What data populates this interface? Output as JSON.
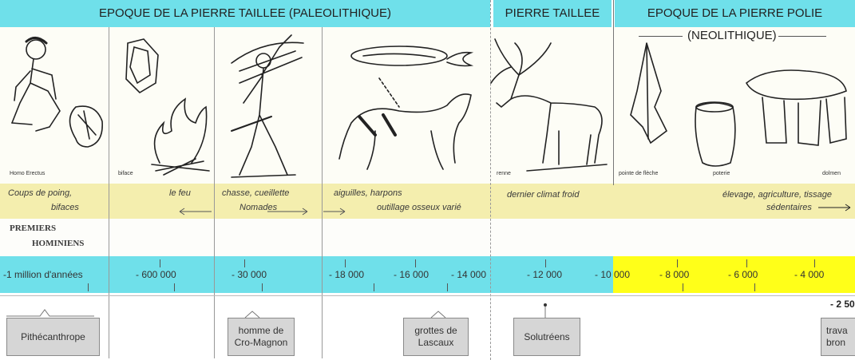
{
  "headers": {
    "paleo": "EPOQUE DE LA PIERRE TAILLEE (PALEOLITHIQUE)",
    "pierre_taillee": "PIERRE TAILLEE",
    "polie_line1": "EPOQUE DE LA PIERRE POLIE",
    "polie_line2": "(NEOLITHIQUE)"
  },
  "captions": {
    "homo_erectus": "Homo Erectus",
    "biface": "biface",
    "renne": "renne",
    "pointe": "pointe de flèche",
    "poterie": "poterie",
    "dolmen": "dolmen"
  },
  "activities": {
    "coups": "Coups de poing,",
    "bifaces": "bifaces",
    "feu": "le feu",
    "chasse": "chasse, cueillette",
    "nomades": "Nomades",
    "aiguilles": "aiguilles, harpons",
    "outillage": "outillage osseux varié",
    "climat": "dernier climat froid",
    "elevage": "élevage, agriculture, tissage",
    "sedentaires": "sédentaires"
  },
  "hominiens": {
    "line1": "PREMIERS",
    "line2": "HOMINIENS"
  },
  "timeline": {
    "label": "-1 million d'années",
    "ticks": [
      "- 600 000",
      "- 30 000",
      "- 18 000",
      "- 16 000",
      "- 14 000",
      "- 12 000",
      "- 10 000",
      "- 8 000",
      "- 6 000",
      "- 4 000"
    ],
    "extra": "- 2 50"
  },
  "events": {
    "pithecanthrope": "Pithécanthrope",
    "cromagnon_1": "homme de",
    "cromagnon_2": "Cro-Magnon",
    "lascaux_1": "grottes de",
    "lascaux_2": "Lascaux",
    "solutreens": "Solutréens",
    "travail_1": "trava",
    "travail_2": "bron"
  },
  "colors": {
    "cyan": "#6fe0ea",
    "yellow_band": "#f4eeae",
    "bright_yellow": "#ffff19",
    "event_box": "#d6d6d6"
  },
  "icons": [
    "homo-erectus-illustration",
    "biface-stone-icon",
    "campfire-icon",
    "hunter-illustration",
    "cave-art-horse-illustration",
    "reindeer-illustration",
    "arrowhead-icon",
    "pottery-icon",
    "dolmen-icon"
  ]
}
